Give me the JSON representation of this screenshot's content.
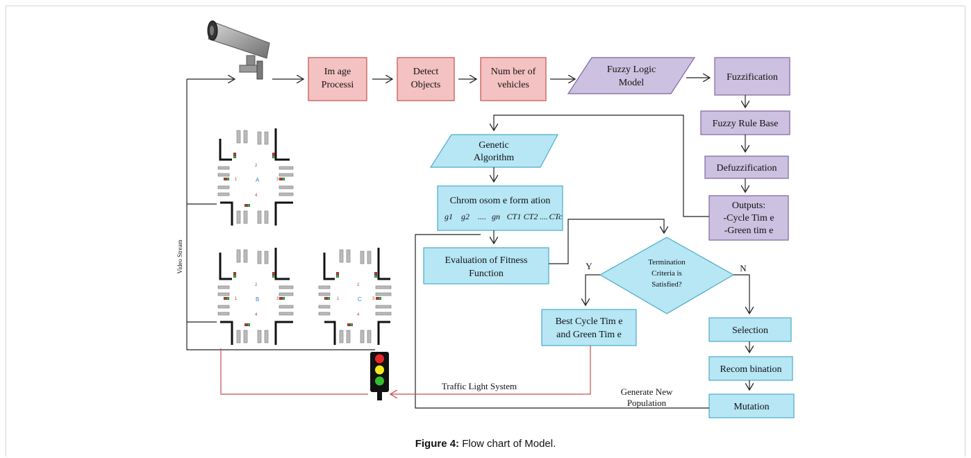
{
  "nodes": {
    "image_processing": [
      "Im age",
      "Processi"
    ],
    "detect_objects": [
      "Detect",
      "Objects"
    ],
    "number_of_vehicles": [
      "Num ber of",
      "vehicles"
    ],
    "fuzzy_logic_model": [
      "Fuzzy Logic",
      "Model"
    ],
    "fuzzification": "Fuzzification",
    "fuzzy_rule_base": "Fuzzy Rule Base",
    "defuzzification": "Defuzzification",
    "outputs": [
      "Outputs:",
      "-Cycle Tim e",
      "-Green tim e"
    ],
    "genetic_algorithm": [
      "Genetic",
      "Algorithm"
    ],
    "chromosome_formation": "Chrom osom e form ation",
    "chromosome_genes": [
      "g1",
      "g2",
      "....",
      "gn",
      "CT1",
      "CT2",
      "....",
      "CTc"
    ],
    "evaluation_fitness": [
      "Evaluation of Fitness",
      "Function"
    ],
    "termination": [
      "Termination",
      "Criteria is",
      "Satisfied?"
    ],
    "best_cycle": [
      "Best Cycle Tim e",
      "and Green Tim e"
    ],
    "selection": "Selection",
    "recombination": "Recom bination",
    "mutation": "Mutation"
  },
  "edge_labels": {
    "yes": "Y",
    "no": "N",
    "traffic_light_system": "Traffic Light System",
    "generate_new_population": [
      "Generate New",
      "Population"
    ],
    "video_stream": "Video Stream"
  },
  "intersections": {
    "A": {
      "name": "A",
      "lanes": [
        "1",
        "2",
        "3",
        "4"
      ]
    },
    "B": {
      "name": "B",
      "lanes": [
        "1",
        "2",
        "3",
        "4"
      ]
    },
    "C": {
      "name": "C",
      "lanes": [
        "1",
        "2",
        "3",
        "4"
      ]
    }
  },
  "caption": {
    "label": "Figure 4:",
    "text": "Flow chart of Model."
  },
  "colors": {
    "red_box_fill": "#f4c2c2",
    "red_box_stroke": "#c0504d",
    "purple_box_fill": "#ccc1e0",
    "purple_box_stroke": "#8064a2",
    "cyan_box_fill": "#b7e6f5",
    "cyan_box_stroke": "#4bacc6",
    "feedback_arrow": "#c0504d",
    "line": "#222222"
  },
  "icons": [
    "cctv-camera-icon",
    "traffic-light-icon"
  ]
}
